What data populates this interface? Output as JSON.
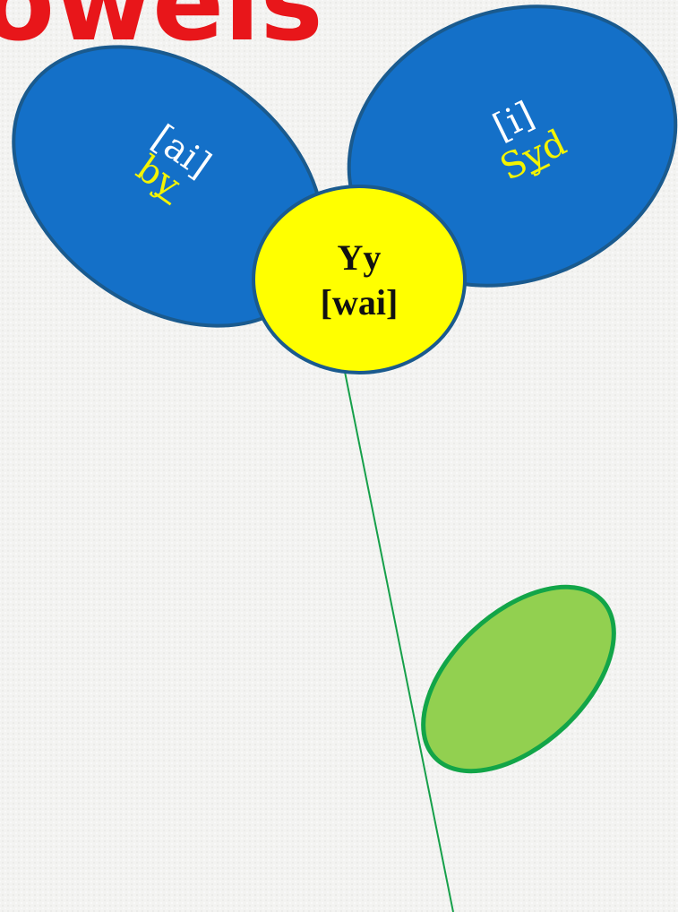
{
  "title": "owels",
  "flower": {
    "left_petal": {
      "ipa": "[ai]",
      "word": "by",
      "underline_letter": "y"
    },
    "right_petal": {
      "ipa": "[i]",
      "word": "Syd",
      "underline_letter": "y"
    },
    "center": {
      "letters": "Yy",
      "ipa": "[wai]"
    }
  },
  "colors": {
    "title": "#e8161a",
    "petal_fill": "#1470c8",
    "petal_stroke": "#1a5a8e",
    "center_fill": "#ffff00",
    "center_stroke": "#1a5a8e",
    "stem": "#16a04a",
    "leaf_fill": "#92d050",
    "leaf_stroke": "#12a548",
    "word_text": "#f4f400",
    "ipa_text": "#ffffff"
  }
}
